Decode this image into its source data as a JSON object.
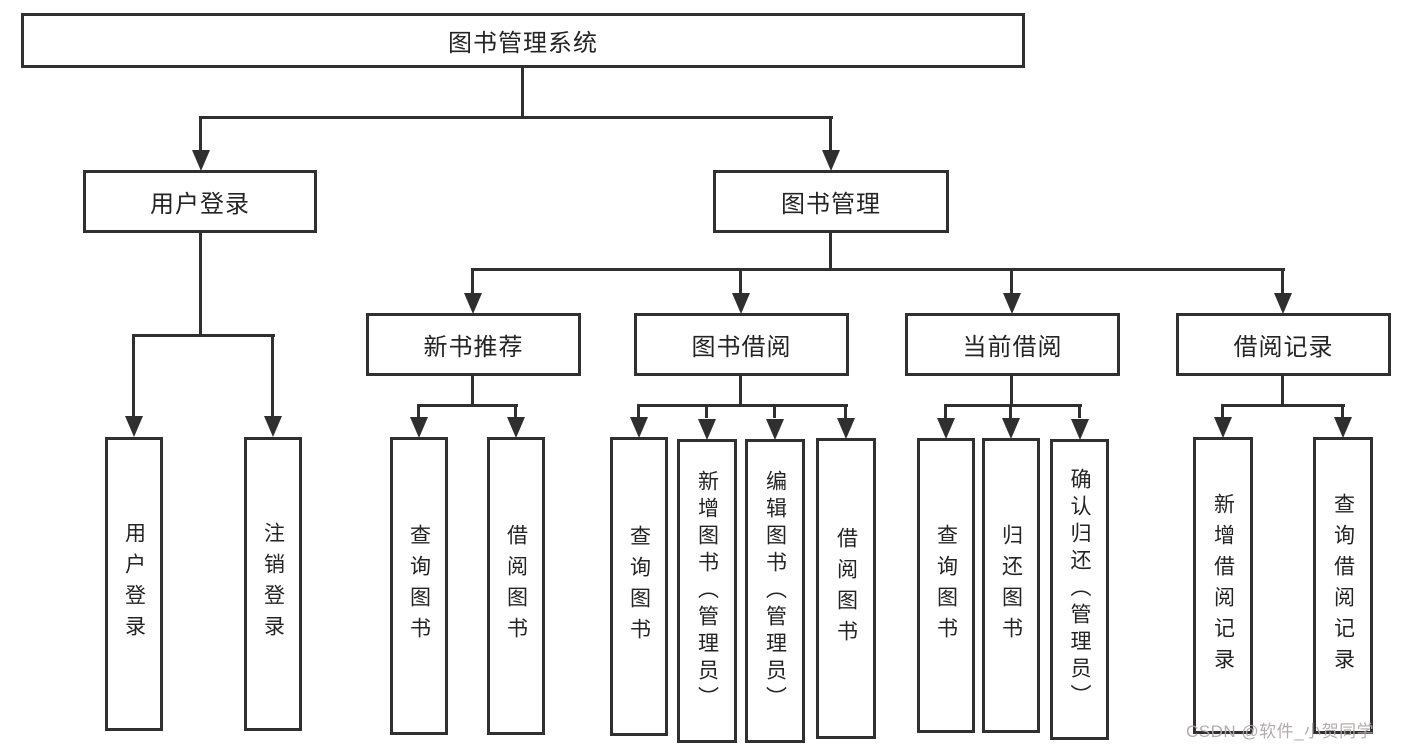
{
  "root": {
    "label": "图书管理系统"
  },
  "level2": {
    "user_login": "用户登录",
    "book_mgmt": "图书管理"
  },
  "level3": {
    "new_books": "新书推荐",
    "book_borrow": "图书借阅",
    "current_borrow": "当前借阅",
    "borrow_records": "借阅记录"
  },
  "leaves": {
    "user_login": [
      "用户登录",
      "注销登录"
    ],
    "new_books": [
      "查询图书",
      "借阅图书"
    ],
    "book_borrow": [
      "查询图书",
      "新增图书（管理员）",
      "编辑图书（管理员）",
      "借阅图书"
    ],
    "current_borrow": [
      "查询图书",
      "归还图书",
      "确认归还（管理员）"
    ],
    "borrow_records": [
      "新增借阅记录",
      "查询借阅记录"
    ]
  },
  "watermark": "CSDN @软件_小贺同学",
  "colors": {
    "line": "#2f2f2f",
    "text": "#242424",
    "watermark": "#b0a8a8"
  }
}
